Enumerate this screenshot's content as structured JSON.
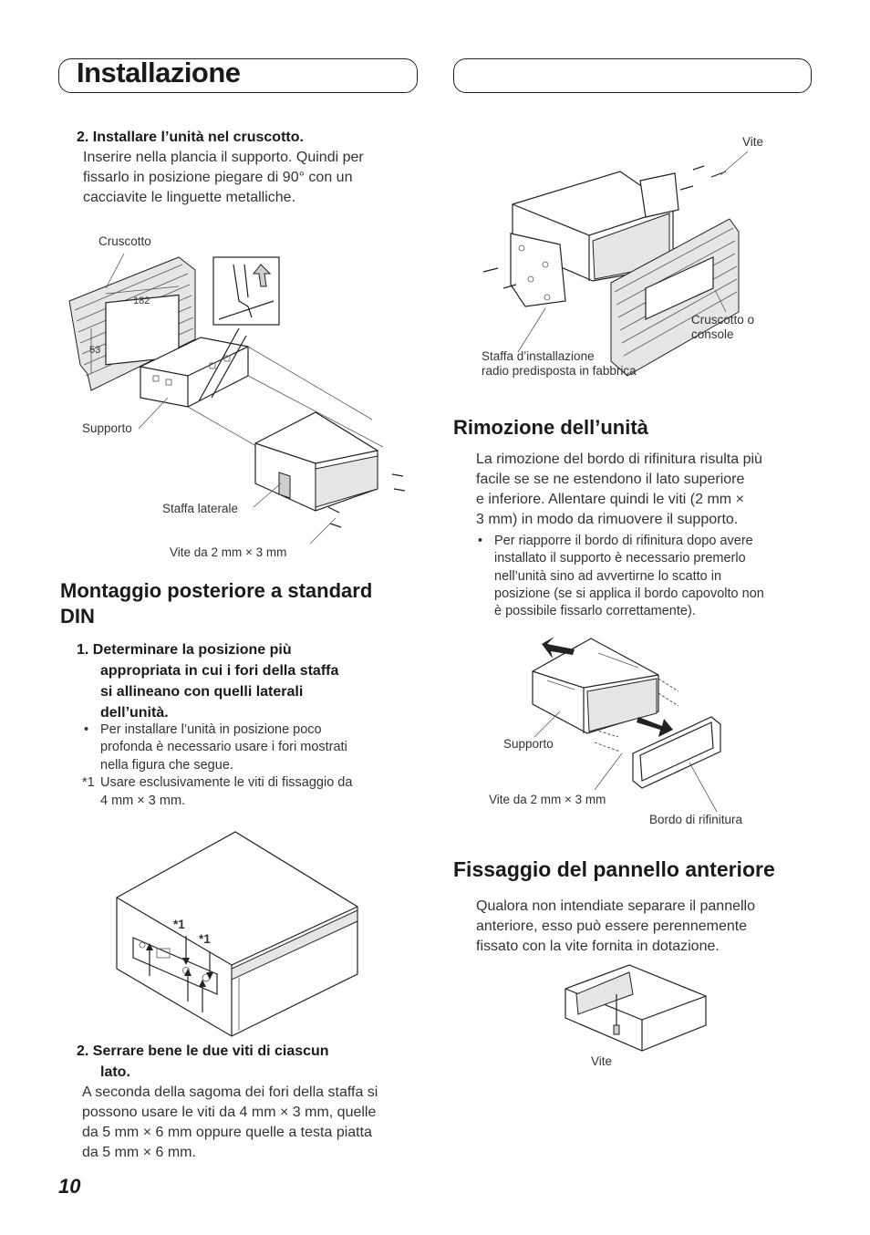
{
  "header": {
    "title": "Installazione"
  },
  "left": {
    "step2": {
      "title": "2.  Installare l’unità nel cruscotto.",
      "lines": [
        "Inserire nella plancia il supporto. Quindi per",
        "fissarlo in posizione piegare di 90° con un",
        "cacciavite le linguette metalliche."
      ]
    },
    "fig1": {
      "cruscotto": "Cruscotto",
      "dim_182": "182",
      "dim_53": "53",
      "supporto": "Supporto",
      "staffa_laterale": "Staffa laterale",
      "vite": "Vite da 2 mm × 3 mm"
    },
    "din_section": {
      "heading_line1": "Montaggio posteriore a standard",
      "heading_line2": "DIN",
      "step1_lines": [
        "1.  Determinare la posizione più",
        "appropriata in cui i fori della staffa",
        "si allineano con quelli laterali",
        "dell’unità."
      ],
      "bullet_lines": [
        "Per installare l’unità in posizione poco",
        "profonda è necessario usare i fori mostrati",
        "nella figura che segue."
      ],
      "note_mark": "*1",
      "note_lines": [
        "Usare esclusivamente le viti di fissaggio da",
        "4 mm × 3 mm."
      ],
      "fig_mark": "*1",
      "step2_lines": [
        "2.  Serrare bene le due viti di ciascun",
        "lato."
      ],
      "step2_body": [
        "A seconda della sagoma dei fori della staffa si",
        "possono usare le viti da 4 mm × 3 mm, quelle",
        "da 5 mm × 6 mm oppure quelle a testa piatta",
        "da 5 mm × 6 mm."
      ]
    },
    "page_number": "10"
  },
  "right": {
    "fig_top": {
      "vite": "Vite",
      "cruscotto_line1": "Cruscotto o",
      "cruscotto_line2": "console",
      "staffa_line1": "Staffa d’installazione",
      "staffa_line2": "radio predisposta in fabbrica"
    },
    "removal": {
      "heading": "Rimozione dell’unità",
      "lines": [
        "La rimozione del bordo di rifinitura risulta più",
        "facile se se ne estendono il lato superiore",
        "e inferiore. Allentare quindi le viti (2 mm ×",
        "3 mm) in modo da rimuovere il supporto."
      ],
      "bullet_lines": [
        "Per riapporre il bordo di rifinitura dopo avere",
        "installato il supporto è necessario premerlo",
        "nell’unità sino ad avvertirne lo scatto in",
        "posizione (se si applica il bordo capovolto non",
        "è possibile fissarlo correttamente)."
      ],
      "fig": {
        "supporto": "Supporto",
        "vite": "Vite da 2 mm × 3 mm",
        "bordo": "Bordo di rifinitura"
      }
    },
    "front_panel": {
      "heading": "Fissaggio del pannello anteriore",
      "lines": [
        "Qualora non intendiate separare il pannello",
        "anteriore, esso può essere perennemente",
        "fissato con la vite fornita in dotazione."
      ],
      "fig_vite": "Vite"
    }
  }
}
